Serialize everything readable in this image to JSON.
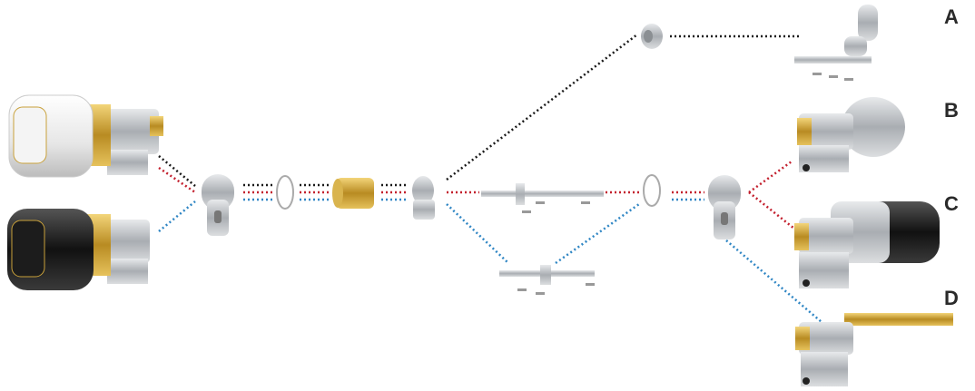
{
  "labels": {
    "a": "A",
    "b": "B",
    "c": "C",
    "d": "D"
  },
  "colors": {
    "black_line": "#1a1a1a",
    "red_line": "#c3202e",
    "blue_line": "#2f86c4",
    "brass": "#c9a13a",
    "steel": "#b9bdc2"
  },
  "icons": [
    "white-smart-knob",
    "black-smart-knob",
    "cylinder-housing",
    "o-ring",
    "brass-cam",
    "cam-housing",
    "thumbturn-knob",
    "spindle",
    "key-cylinder"
  ]
}
